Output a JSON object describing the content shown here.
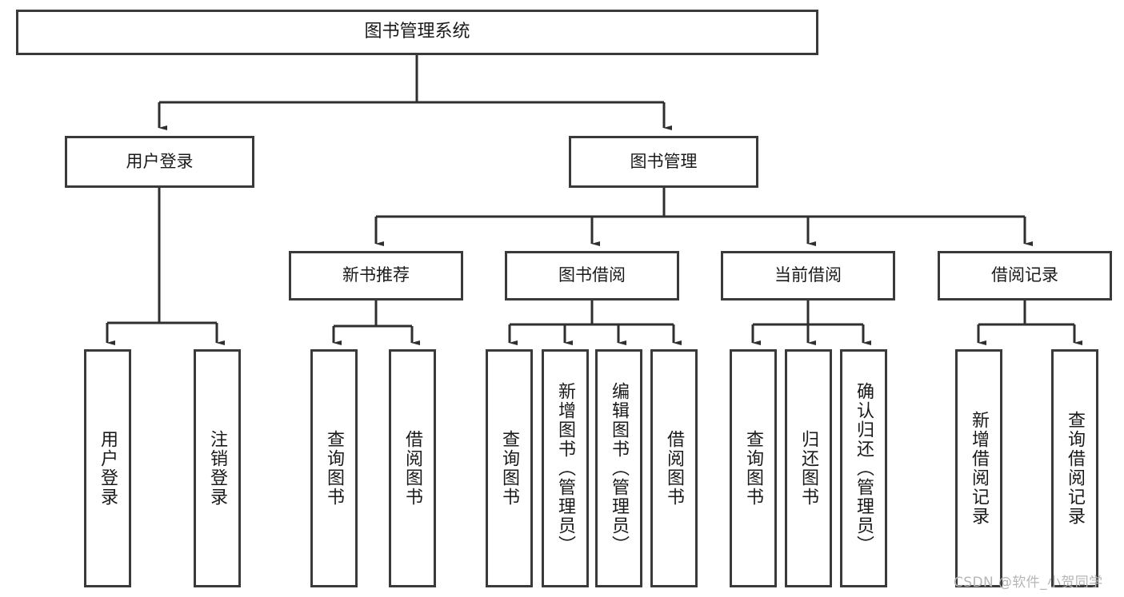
{
  "diagram": {
    "title": "图书管理系统",
    "type": "hierarchy-tree",
    "watermark": "CSDN @软件_小贺同学",
    "colors": {
      "background": "#ffffff",
      "box_border": "#3a3a3a",
      "box_fill": "#ffffff",
      "text": "#1a1a1a",
      "connector": "#2f2f2f",
      "watermark": "#b6b6b6"
    },
    "root": {
      "label": "图书管理系统"
    },
    "level1": [
      {
        "label": "用户登录"
      },
      {
        "label": "图书管理"
      }
    ],
    "level2": [
      {
        "label": "新书推荐"
      },
      {
        "label": "图书借阅"
      },
      {
        "label": "当前借阅"
      },
      {
        "label": "借阅记录"
      }
    ],
    "leaves": {
      "user_login": [
        {
          "label": "用户登录"
        },
        {
          "label": "注销登录"
        }
      ],
      "new_book_recommend": [
        {
          "label": "查询图书"
        },
        {
          "label": "借阅图书"
        }
      ],
      "book_borrow": [
        {
          "label": "查询图书"
        },
        {
          "label": "新增图书（管理员）"
        },
        {
          "label": "编辑图书（管理员）"
        },
        {
          "label": "借阅图书"
        }
      ],
      "current_borrow": [
        {
          "label": "查询图书"
        },
        {
          "label": "归还图书"
        },
        {
          "label": "确认归还（管理员）"
        }
      ],
      "borrow_record": [
        {
          "label": "新增借阅记录"
        },
        {
          "label": "查询借阅记录"
        }
      ]
    }
  }
}
